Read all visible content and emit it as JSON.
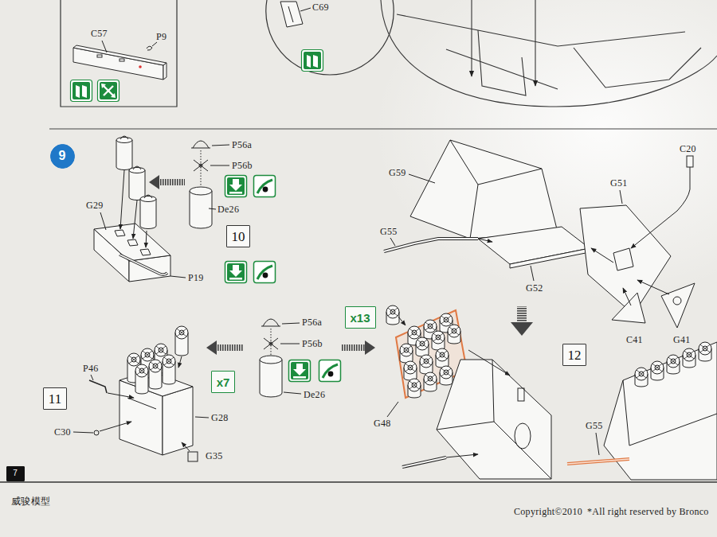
{
  "diagram": {
    "nodes": [
      {
        "text": [
          "9"
        ]
      },
      {
        "text": [
          "10"
        ]
      },
      {
        "text": [
          "x13"
        ]
      },
      {
        "text": [
          "12"
        ]
      },
      {
        "text": [
          "x7"
        ]
      },
      {
        "text": [
          "11"
        ]
      },
      {
        "text": [
          "7"
        ]
      }
    ],
    "labels": [
      "C57",
      "P9",
      "C69",
      "P56a",
      "G59",
      "C20",
      "P56b",
      "G51",
      "De26",
      "G29",
      "G55",
      "P19",
      "G52",
      "P56a",
      "C41",
      "G41",
      "P56b",
      "P46",
      "De26",
      "G48",
      "G28",
      "G55",
      "C30",
      "G35",
      "威骏模型",
      "Copyright©2010",
      "*All right reserved by Bronco"
    ]
  }
}
